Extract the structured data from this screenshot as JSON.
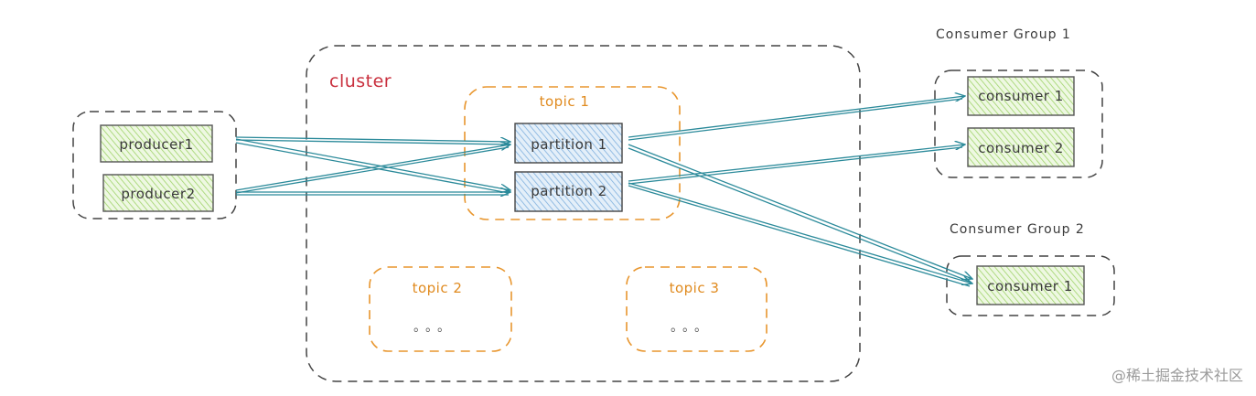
{
  "cluster": {
    "label": "cluster"
  },
  "producers": [
    {
      "label": "producer1"
    },
    {
      "label": "producer2"
    }
  ],
  "topics": [
    {
      "label": "topic 1",
      "partitions": [
        {
          "label": "partition 1"
        },
        {
          "label": "partition 2"
        }
      ]
    },
    {
      "label": "topic 2",
      "placeholder": "。。。"
    },
    {
      "label": "topic 3",
      "placeholder": "。。。"
    }
  ],
  "consumer_groups": [
    {
      "title": "Consumer Group 1",
      "consumers": [
        {
          "label": "consumer 1"
        },
        {
          "label": "consumer 2"
        }
      ]
    },
    {
      "title": "Consumer Group 2",
      "consumers": [
        {
          "label": "consumer 1"
        }
      ]
    }
  ],
  "watermark": "@稀土掘金技术社区",
  "colors": {
    "arrow": "#2b8a9a",
    "producer_fill": "#b8e08a",
    "partition_fill": "#9cc3e6",
    "topic_border": "#e8962e",
    "cluster_label": "#c9303e"
  }
}
